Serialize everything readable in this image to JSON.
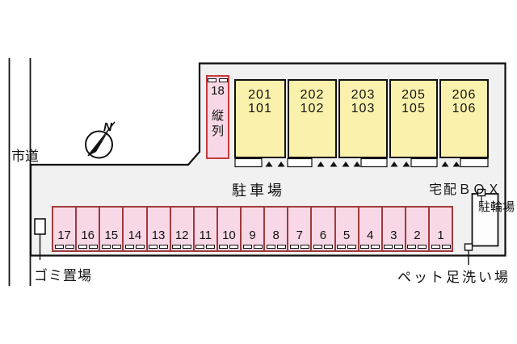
{
  "plan": {
    "road_label": "市道",
    "compass_north": "N",
    "parking_lot_label": "駐車場",
    "delivery_box_label": "宅配ＢＯＸ",
    "bicycle_parking_label": "駐輪場",
    "garbage_station_label": "ゴミ置場",
    "pet_foot_wash_label": "ペット足洗い場",
    "tandem_spot_number": "18",
    "tandem_spot_label": "縦列"
  },
  "building_units": [
    {
      "second_floor": "201",
      "first_floor": "101"
    },
    {
      "second_floor": "202",
      "first_floor": "102"
    },
    {
      "second_floor": "203",
      "first_floor": "103"
    },
    {
      "second_floor": "205",
      "first_floor": "105"
    },
    {
      "second_floor": "206",
      "first_floor": "106"
    }
  ],
  "parking_spots": [
    "17",
    "16",
    "15",
    "14",
    "13",
    "12",
    "11",
    "10",
    "9",
    "8",
    "7",
    "6",
    "5",
    "4",
    "3",
    "2",
    "1"
  ],
  "colors": {
    "site_fill": "#f1f1f1",
    "line": "#111111",
    "unit_fill": "#faf2ac",
    "spot_fill": "#f8d8e6",
    "spot_border": "#a03a3a",
    "tandem_border": "#c43b3b"
  }
}
